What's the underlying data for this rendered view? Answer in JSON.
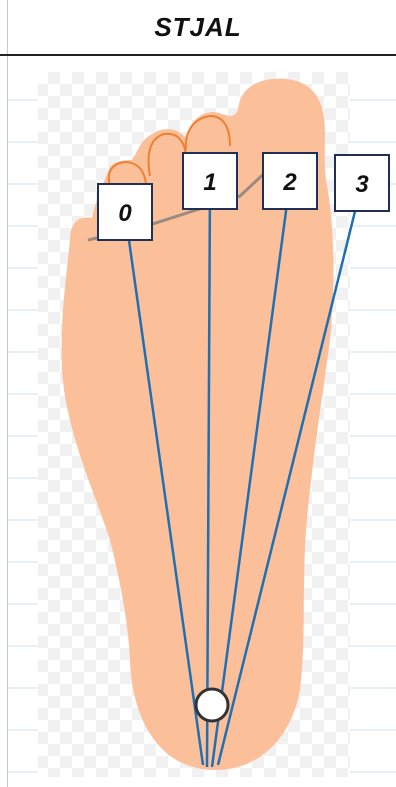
{
  "sheet": {
    "title": "STJAL"
  },
  "diagram": {
    "colors": {
      "foot_fill": "#fbc09a",
      "toe_outline": "#f08030",
      "ray_line": "#1f6fb2",
      "label_border": "#1f2f55",
      "label_fill": "#ffffff",
      "grid_line": "#cfe0ef"
    },
    "rays": [
      {
        "label": "0"
      },
      {
        "label": "1"
      },
      {
        "label": "2"
      },
      {
        "label": "3"
      }
    ],
    "heel_marker": "circle"
  }
}
